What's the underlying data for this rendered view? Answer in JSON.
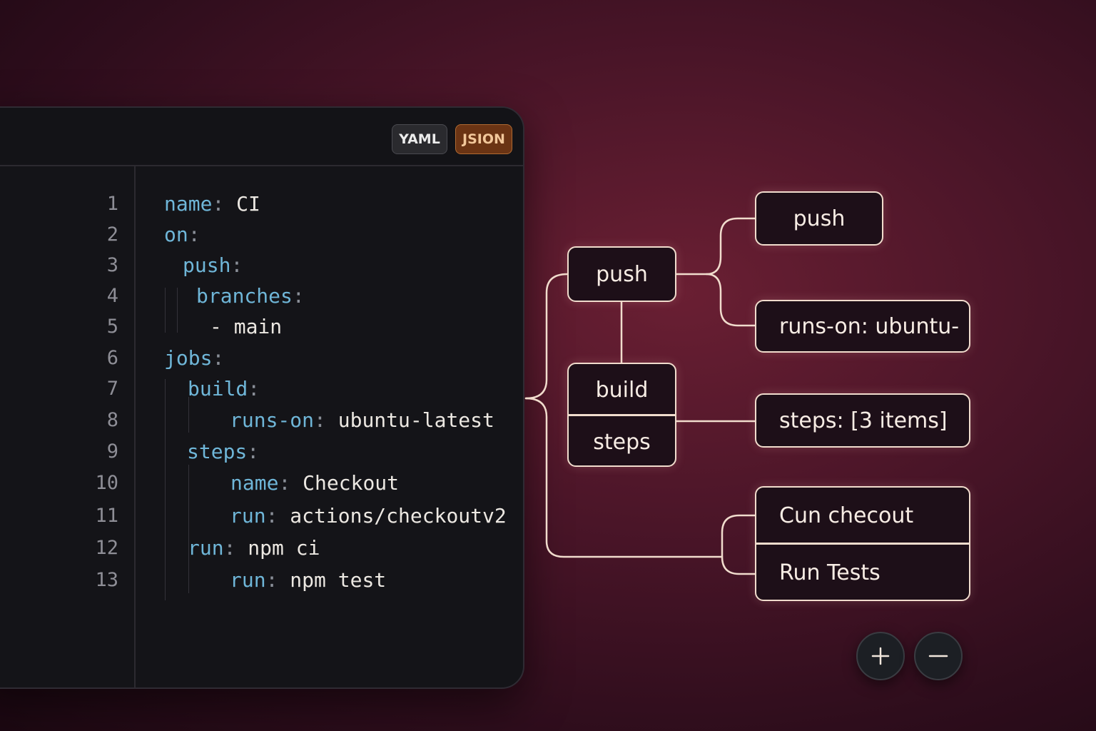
{
  "toolbar": {
    "yaml_label": "YAML",
    "json_label": "JSION"
  },
  "line_numbers": [
    "1",
    "2",
    "3",
    "4",
    "5",
    "6",
    "7",
    "8",
    "9",
    "10",
    "11",
    "12",
    "13"
  ],
  "code": [
    {
      "key": "name",
      "colon": ":",
      "value": " CI"
    },
    {
      "key": "on",
      "colon": ":",
      "value": ""
    },
    {
      "key": "push",
      "colon": ":",
      "value": ""
    },
    {
      "key": "branches",
      "colon": ":",
      "value": ""
    },
    {
      "key": "",
      "colon": "",
      "value": "- main"
    },
    {
      "key": "jobs",
      "colon": ":",
      "value": ""
    },
    {
      "key": "build",
      "colon": ":",
      "value": ""
    },
    {
      "key": "runs-on",
      "colon": ":",
      "value": " ubuntu-latest"
    },
    {
      "key": "steps",
      "colon": ":",
      "value": ""
    },
    {
      "key": "name",
      "colon": ":",
      "value": " Checkout"
    },
    {
      "key": "run",
      "colon": ":",
      "value": " actions/checkoutv2"
    },
    {
      "key": "run",
      "colon": ":",
      "value": " npm ci"
    },
    {
      "key": "run",
      "colon": ":",
      "value": " npm test"
    }
  ],
  "tree": {
    "push_mid": "push",
    "push_top": "push",
    "runs_on": "runs-on: ubuntu-",
    "build": "build",
    "steps": "steps",
    "steps_items": "steps: [3 items]",
    "checkout": "Cun checout",
    "run_tests": "Run Tests"
  },
  "zoom": {
    "in_icon": "plus-icon",
    "out_icon": "minus-icon"
  }
}
